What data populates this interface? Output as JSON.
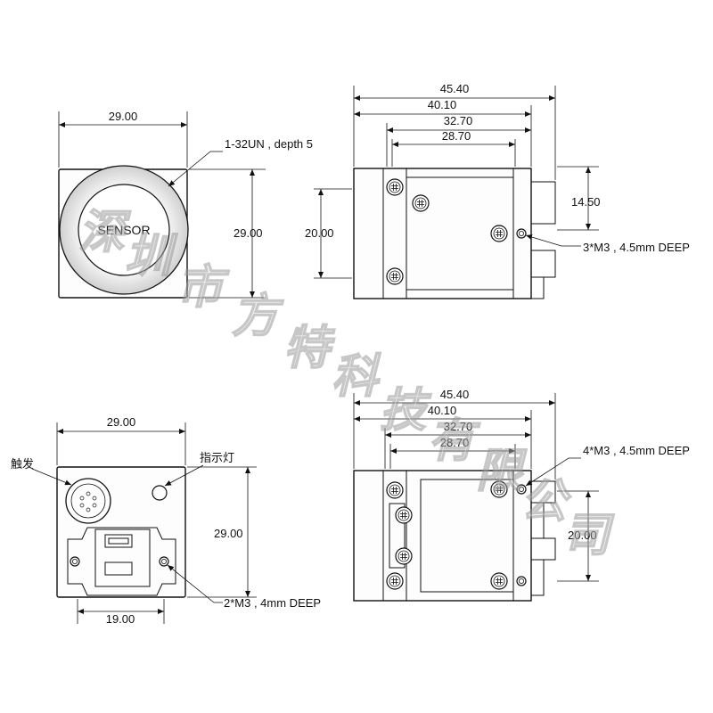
{
  "views": {
    "front_top": {
      "width": "29.00",
      "height": "29.00",
      "thread_note": "1-32UN , depth 5",
      "sensor_label": "SENSOR"
    },
    "side_top": {
      "overall_length": "45.40",
      "body_length": "40.10",
      "plate_length": "32.70",
      "inner_length": "28.70",
      "height": "20.00",
      "connector_height": "14.50",
      "hole_note": "3*M3 , 4.5mm DEEP"
    },
    "back_bottom": {
      "width": "29.00",
      "height": "29.00",
      "hole_spacing": "19.00",
      "trigger_label": "触发",
      "indicator_label": "指示灯",
      "hole_note": "2*M3 , 4mm DEEP"
    },
    "side_bottom": {
      "overall_length": "45.40",
      "body_length": "40.10",
      "plate_length": "32.70",
      "inner_length": "28.70",
      "height": "20.00",
      "hole_note": "4*M3 , 4.5mm DEEP"
    }
  },
  "watermark": [
    "深",
    "圳",
    "市",
    "方",
    "特",
    "科",
    "技",
    "有",
    "限",
    "公",
    "司"
  ]
}
